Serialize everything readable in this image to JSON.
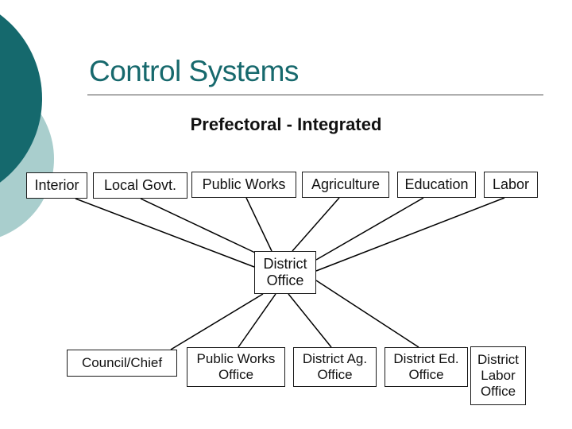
{
  "slide": {
    "title": "Control Systems",
    "subtitle": "Prefectoral - Integrated"
  },
  "colors": {
    "accent_dark_circle": "#15696d",
    "accent_light_circle": "#a9cecd",
    "title_text": "#17696d",
    "connector": "#000000",
    "box_border": "#1a1a1a"
  },
  "diagram": {
    "type": "org-chart-hub-and-spoke",
    "hub": {
      "id": "district-office",
      "label": "District Office"
    },
    "top_row": [
      {
        "id": "interior",
        "label": "Interior"
      },
      {
        "id": "local-govt",
        "label": "Local Govt."
      },
      {
        "id": "public-works",
        "label": "Public Works"
      },
      {
        "id": "agriculture",
        "label": "Agriculture"
      },
      {
        "id": "education",
        "label": "Education"
      },
      {
        "id": "labor",
        "label": "Labor"
      }
    ],
    "bottom_row": [
      {
        "id": "council-chief",
        "label": "Council/Chief"
      },
      {
        "id": "public-works-office",
        "label": "Public Works Office"
      },
      {
        "id": "district-ag-office",
        "label": "District Ag. Office"
      },
      {
        "id": "district-ed-office",
        "label": "District Ed. Office"
      },
      {
        "id": "district-labor-office",
        "label": "District Labor Office"
      }
    ],
    "edges": [
      {
        "from": "interior",
        "to": "district-office"
      },
      {
        "from": "local-govt",
        "to": "district-office"
      },
      {
        "from": "public-works",
        "to": "district-office"
      },
      {
        "from": "agriculture",
        "to": "district-office"
      },
      {
        "from": "education",
        "to": "district-office"
      },
      {
        "from": "labor",
        "to": "district-office"
      },
      {
        "from": "district-office",
        "to": "council-chief"
      },
      {
        "from": "district-office",
        "to": "public-works-office"
      },
      {
        "from": "district-office",
        "to": "district-ag-office"
      },
      {
        "from": "district-office",
        "to": "district-ed-office"
      }
    ]
  },
  "geometry": {
    "nodes": {
      "interior": [
        33,
        217,
        77,
        33
      ],
      "local-govt": [
        117,
        217,
        119,
        33
      ],
      "public-works": [
        241,
        216,
        132,
        33
      ],
      "agriculture": [
        380,
        216,
        110,
        33
      ],
      "education": [
        500,
        216,
        99,
        33
      ],
      "labor": [
        609,
        216,
        68,
        33
      ],
      "district-office": [
        320,
        316,
        78,
        54
      ],
      "council-chief": [
        84,
        440,
        139,
        34
      ],
      "public-works-office": [
        235,
        437,
        124,
        50
      ],
      "district-ag-office": [
        369,
        437,
        105,
        50
      ],
      "district-ed-office": [
        484,
        437,
        105,
        50
      ],
      "district-labor-office": [
        592,
        436,
        70,
        74
      ]
    },
    "connectors": [
      [
        95,
        250,
        320,
        336
      ],
      [
        177,
        250,
        321,
        318
      ],
      [
        310,
        249,
        342,
        316
      ],
      [
        427,
        249,
        368,
        316
      ],
      [
        533,
        249,
        398,
        327
      ],
      [
        635,
        249,
        398,
        341
      ],
      [
        331,
        370,
        215,
        440
      ],
      [
        347,
        370,
        300,
        437
      ],
      [
        363,
        370,
        417,
        437
      ],
      [
        398,
        353,
        527,
        437
      ]
    ]
  }
}
